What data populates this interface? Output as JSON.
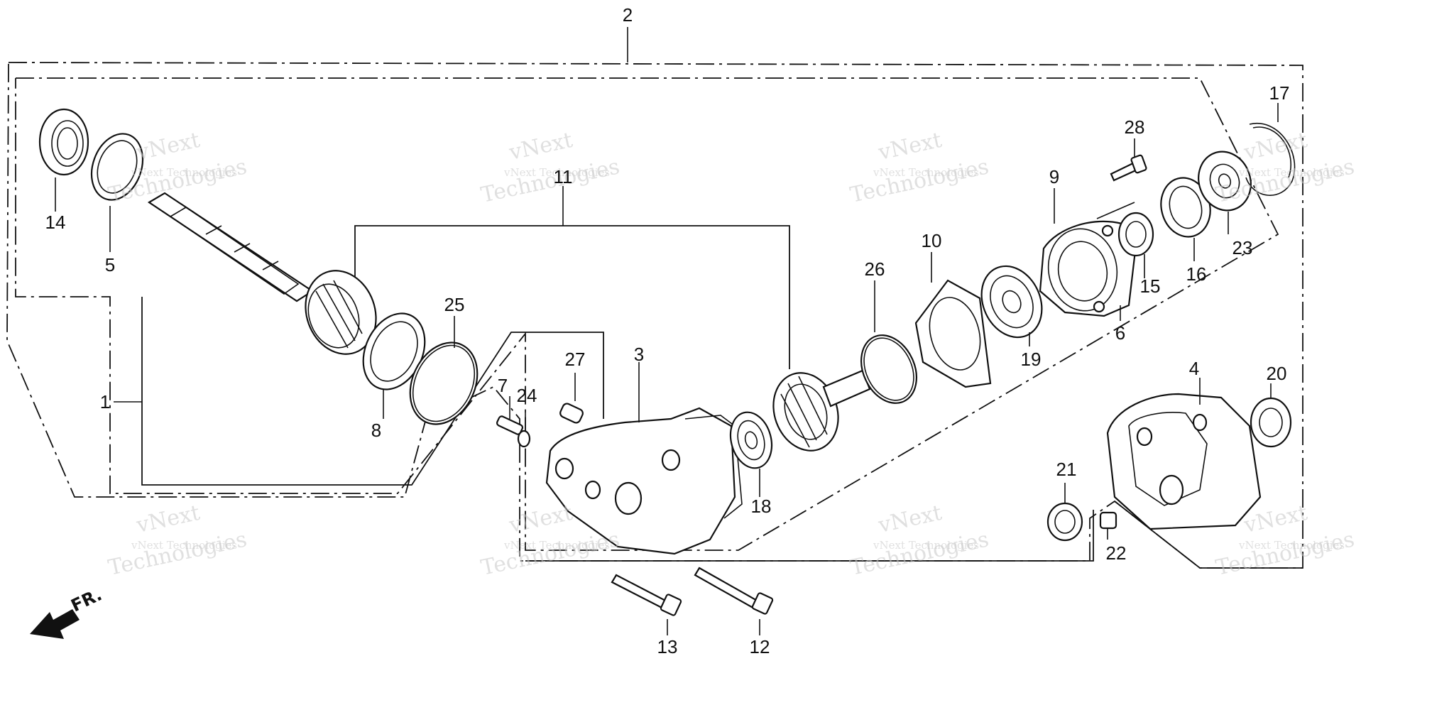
{
  "diagram": {
    "callouts": [
      {
        "id": "1",
        "label": "1"
      },
      {
        "id": "2",
        "label": "2"
      },
      {
        "id": "3",
        "label": "3"
      },
      {
        "id": "4",
        "label": "4"
      },
      {
        "id": "5",
        "label": "5"
      },
      {
        "id": "6",
        "label": "6"
      },
      {
        "id": "7",
        "label": "7"
      },
      {
        "id": "8",
        "label": "8"
      },
      {
        "id": "9",
        "label": "9"
      },
      {
        "id": "10",
        "label": "10"
      },
      {
        "id": "11",
        "label": "11"
      },
      {
        "id": "12",
        "label": "12"
      },
      {
        "id": "13",
        "label": "13"
      },
      {
        "id": "14",
        "label": "14"
      },
      {
        "id": "15",
        "label": "15"
      },
      {
        "id": "16",
        "label": "16"
      },
      {
        "id": "17",
        "label": "17"
      },
      {
        "id": "18",
        "label": "18"
      },
      {
        "id": "19",
        "label": "19"
      },
      {
        "id": "20",
        "label": "20"
      },
      {
        "id": "21",
        "label": "21"
      },
      {
        "id": "22",
        "label": "22"
      },
      {
        "id": "23",
        "label": "23"
      },
      {
        "id": "24",
        "label": "24"
      },
      {
        "id": "25",
        "label": "25"
      },
      {
        "id": "26",
        "label": "26"
      },
      {
        "id": "27",
        "label": "27"
      },
      {
        "id": "28",
        "label": "28"
      }
    ],
    "direction_label": "FR.",
    "watermark": {
      "brand": "vNext",
      "company": "vNext Technologies",
      "word": "Technologies"
    }
  }
}
